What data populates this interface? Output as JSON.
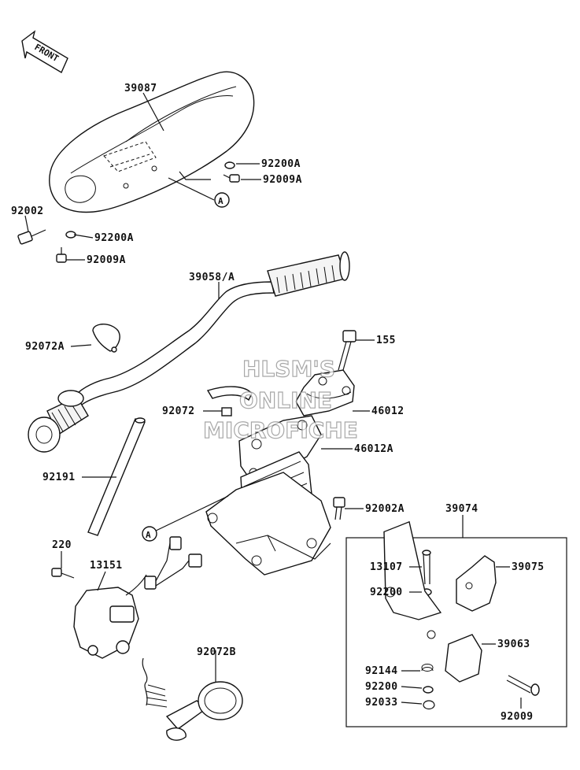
{
  "front_arrow": {
    "label": "FRONT"
  },
  "watermark": {
    "line1": "HLSM'S",
    "line2": "ONLINE",
    "line3": "MICROFICHE"
  },
  "callout_letter": "A",
  "parts": {
    "p39087": "39087",
    "p92200A_top": "92200A",
    "p92009A_top": "92009A",
    "p92002": "92002",
    "p92200A_low": "92200A",
    "p92009A_low": "92009A",
    "p39058A": "39058/A",
    "p92072A": "92072A",
    "p155": "155",
    "p92072": "92072",
    "p46012": "46012",
    "p46012A": "46012A",
    "p92191": "92191",
    "p92002A": "92002A",
    "p39074": "39074",
    "p220": "220",
    "p13151": "13151",
    "p13107": "13107",
    "p39075": "39075",
    "p92200": "92200",
    "p39063": "39063",
    "p92144": "92144",
    "p92200_b": "92200",
    "p92033": "92033",
    "p92009": "92009",
    "p92072B": "92072B"
  }
}
